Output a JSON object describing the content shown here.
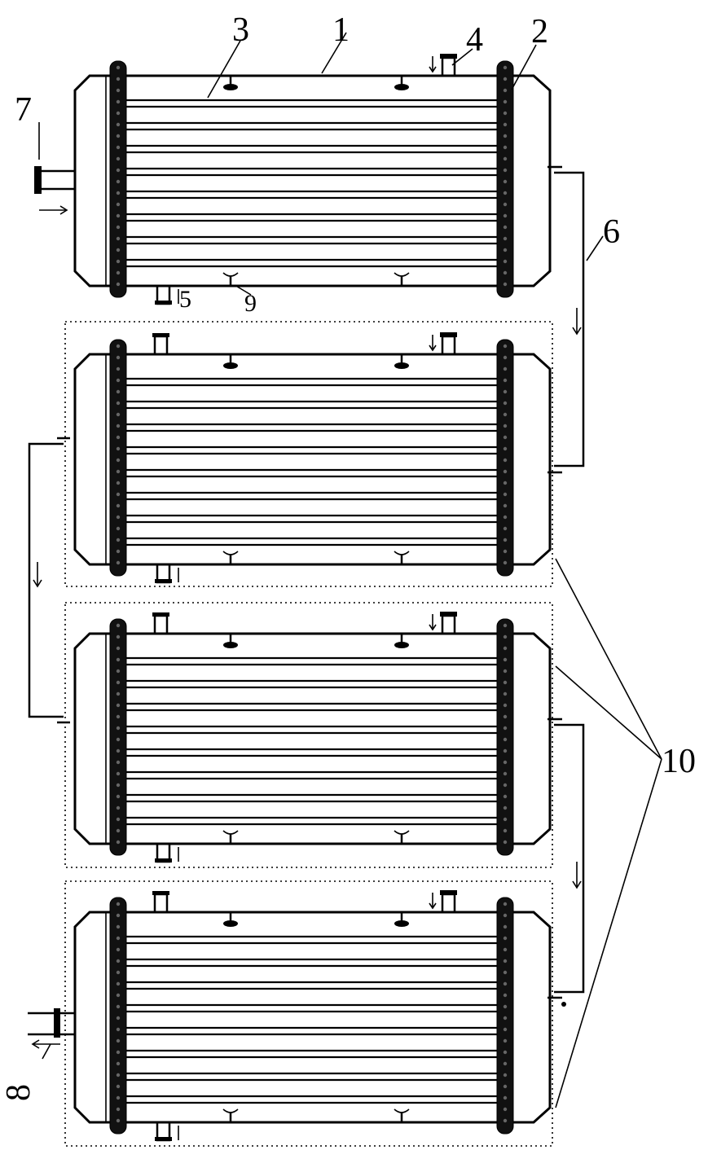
{
  "labels": {
    "shell": "1",
    "tube_sheet": "2",
    "heat_tube": "3",
    "inlet_nozzle": "4",
    "outlet_nozzle": "5",
    "connecting_pipe": "6",
    "fluid_inlet": "7",
    "fluid_outlet": "8",
    "support": "9",
    "unit_group": "10"
  },
  "exchangers": [
    {
      "id": "unit-1",
      "in_group": false
    },
    {
      "id": "unit-2",
      "in_group": true
    },
    {
      "id": "unit-3",
      "in_group": true
    },
    {
      "id": "unit-4",
      "in_group": true
    }
  ]
}
